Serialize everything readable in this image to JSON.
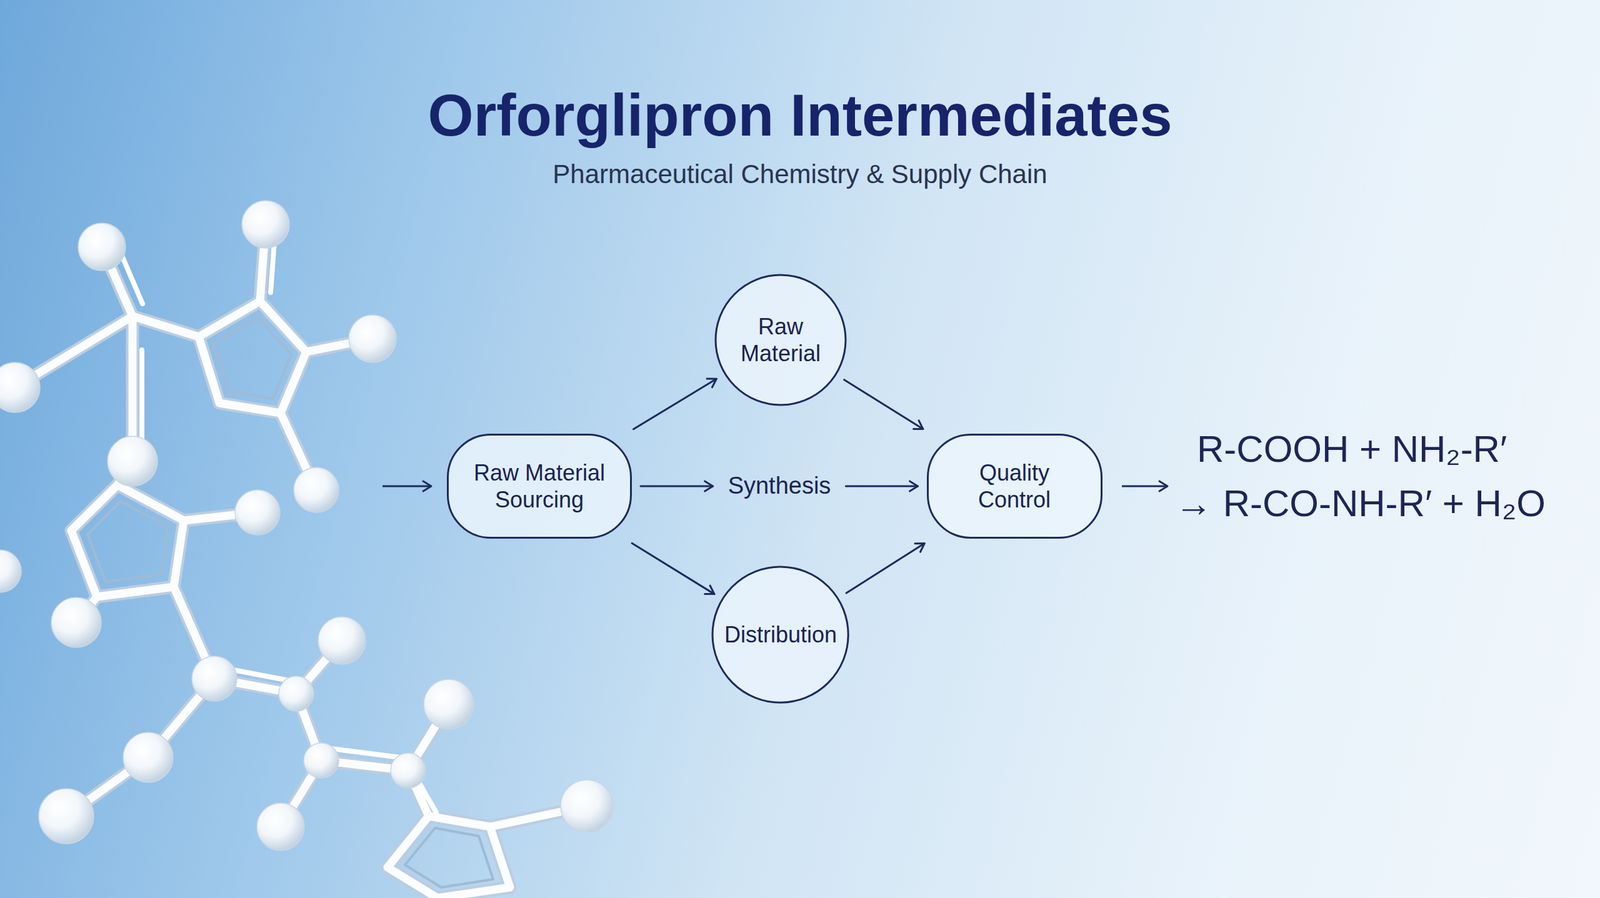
{
  "diagram": {
    "title": "Orforglipron Intermediates",
    "caption": "Pharmaceutical Chemistry & Supply Chain",
    "nodes": [
      {
        "text": [
          "Raw Material Sourcing"
        ]
      },
      {
        "text": [
          "Raw Material"
        ]
      },
      {
        "text": [
          "Synthesis"
        ]
      },
      {
        "text": [
          "Distribution"
        ]
      },
      {
        "text": [
          "Quality Control"
        ]
      }
    ],
    "edges": [
      {
        "from": 0,
        "to": 1,
        "arrow": "to"
      },
      {
        "from": 0,
        "to": 2,
        "arrow": "to"
      },
      {
        "from": 0,
        "to": 3,
        "arrow": "to"
      },
      {
        "from": 1,
        "to": 4,
        "arrow": "to"
      },
      {
        "from": 2,
        "to": 4,
        "arrow": "to"
      },
      {
        "from": 3,
        "to": 4,
        "arrow": "to"
      }
    ],
    "labels": [
      "R-COOH + NH₂-R′",
      "→ R-CO-NH-R′ + H₂O"
    ]
  }
}
